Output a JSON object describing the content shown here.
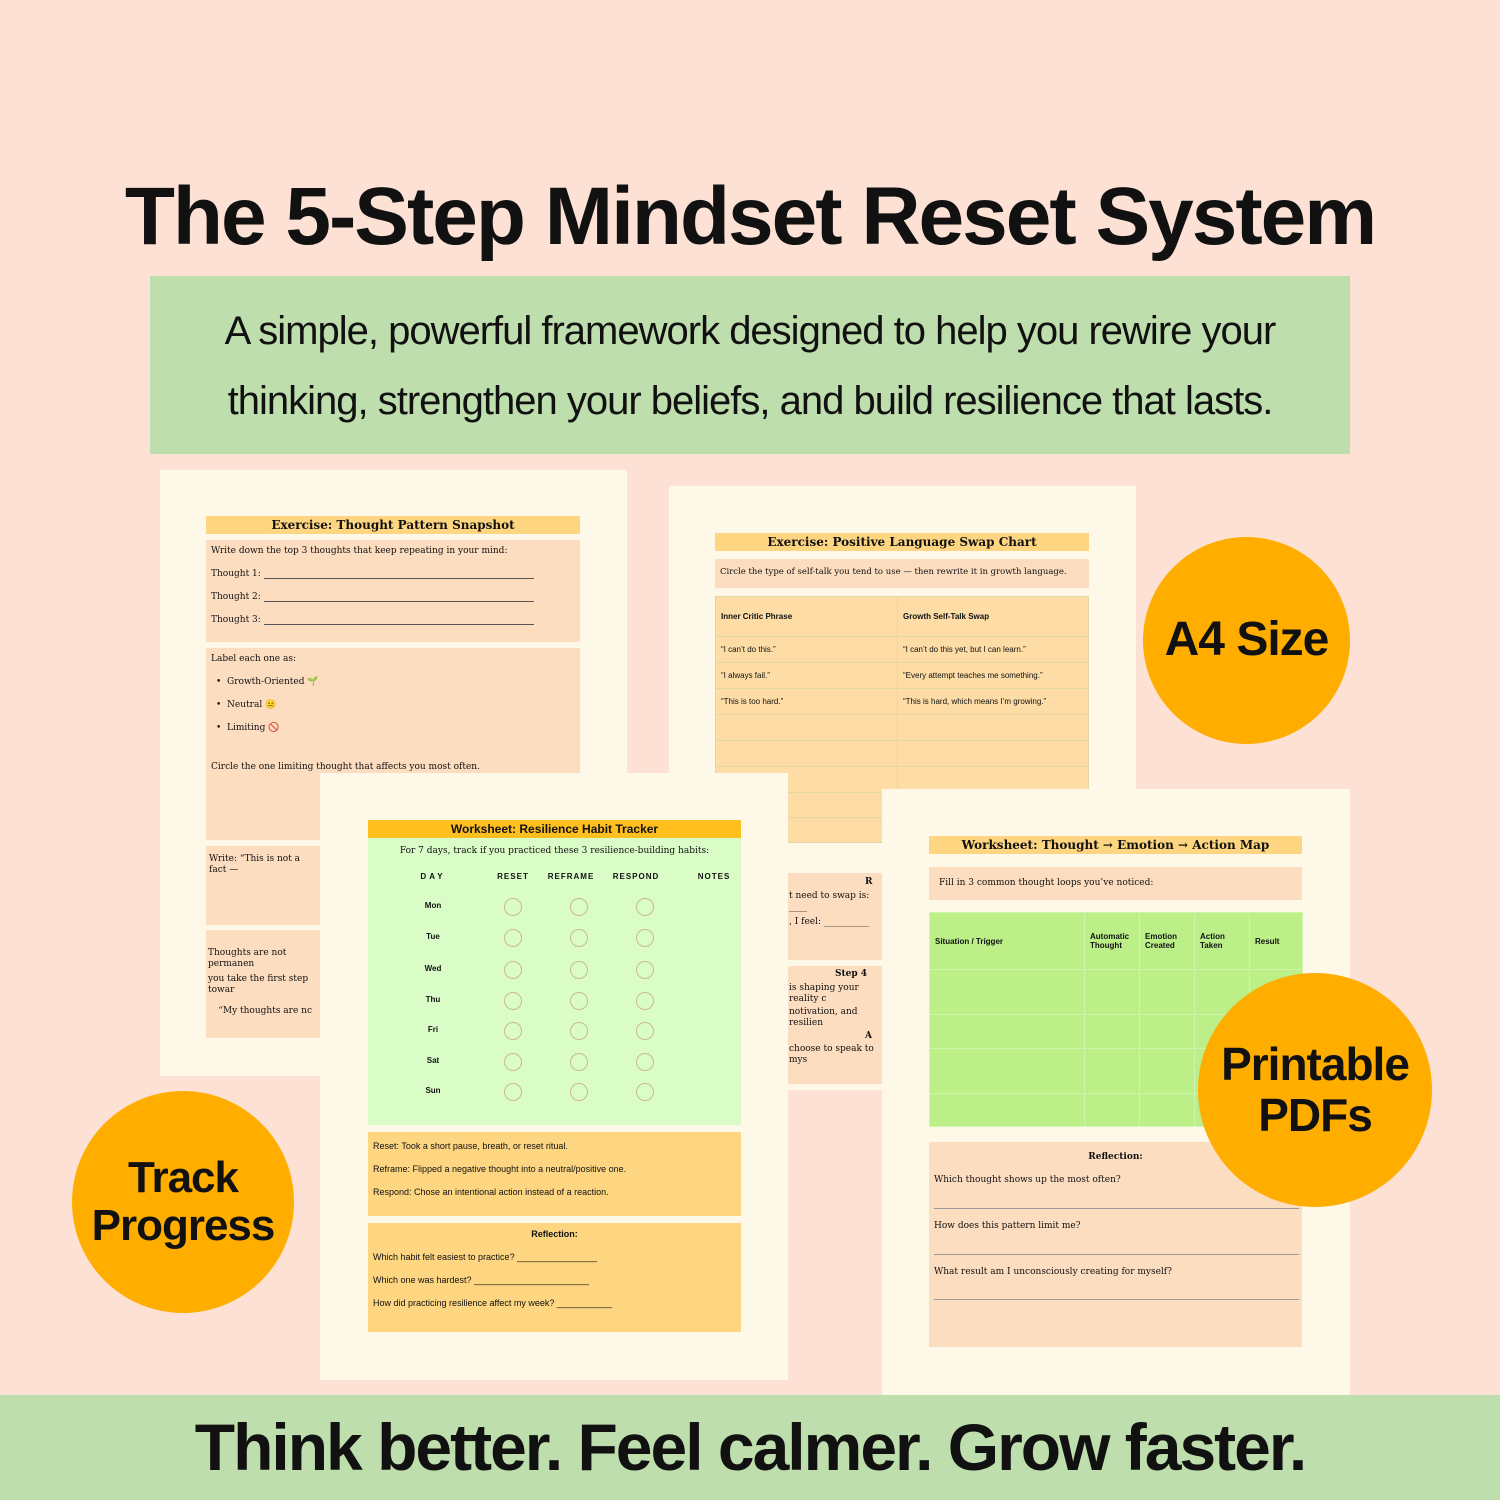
{
  "title": "The 5-Step Mindset Reset System",
  "subtitle_line1": "A simple, powerful framework designed to help you rewire your",
  "subtitle_line2": "thinking, strengthen your beliefs, and build resilience that lasts.",
  "footer": "Think better. Feel calmer. Grow faster.",
  "badges": {
    "a4": "A4 Size",
    "printable_1": "Printable",
    "printable_2": "PDFs",
    "track_1": "Track",
    "track_2": "Progress",
    "color": "#ffae00"
  },
  "sheet1": {
    "title": "Exercise: Thought Pattern Snapshot",
    "intro": "Write down the top 3 thoughts that keep repeating in your mind:",
    "thoughts": [
      "Thought 1:",
      "Thought 2:",
      "Thought 3:"
    ],
    "label_intro": "Label each one as:",
    "labels": [
      "Growth-Oriented 🌱",
      "Neutral 😐",
      "Limiting 🚫"
    ],
    "circle": "Circle the one limiting thought that affects you most often.",
    "write": "Write: “This is not a fact —",
    "perm1": "Thoughts are not permanen",
    "perm2": "you take the first step towar",
    "quote": "“My thoughts are nc"
  },
  "sheet2": {
    "title": "Exercise: Positive Language Swap Chart",
    "intro": "Circle the type of self-talk you tend to use — then rewrite it in growth language.",
    "headers": [
      "Inner Critic Phrase",
      "Growth Self-Talk Swap"
    ],
    "rows": [
      [
        "“I can’t do this.”",
        "“I can’t do this yet, but I can learn.”"
      ],
      [
        "“I always fail.”",
        "“Every attempt teaches me something.”"
      ],
      [
        "“This is too hard.”",
        "“This is hard, which means I’m growing.”"
      ]
    ],
    "frag_r": "R",
    "frag_swap": "t need to swap is: ____",
    "frag_feel": ", I feel: __________",
    "frag_step": "Step 4",
    "frag_shaping": "is shaping your reality c",
    "frag_motiv": "notivation, and resilien",
    "frag_a": "A",
    "frag_choose": "choose to speak to mys"
  },
  "sheet3": {
    "title": "Worksheet: Resilience Habit Tracker",
    "intro": "For 7 days, track if you practiced these 3 resilience-building habits:",
    "headers": [
      "DAY",
      "RESET",
      "REFRAME",
      "RESPOND",
      "NOTES"
    ],
    "days": [
      "Mon",
      "Tue",
      "Wed",
      "Thu",
      "Fri",
      "Sat",
      "Sun"
    ],
    "defs": [
      "Reset: Took a short pause, breath, or reset ritual.",
      "Reframe: Flipped a negative thought into a neutral/positive one.",
      "Respond: Chose an intentional action instead of a reaction."
    ],
    "reflection_title": "Reflection:",
    "reflection": [
      "Which habit felt easiest to practice? ________________",
      "Which one was hardest? _______________________",
      "How did practicing resilience affect my week? ___________"
    ]
  },
  "sheet4": {
    "title": "Worksheet: Thought → Emotion → Action Map",
    "intro": "Fill in 3 common thought loops you’ve noticed:",
    "headers": [
      "Situation / Trigger",
      "Automatic Thought",
      "Emotion Created",
      "Action Taken",
      "Result"
    ],
    "reflection_title": "Reflection:",
    "reflection": [
      "Which thought shows up the most often?",
      "How does this pattern limit me?",
      "What result am I unconsciously creating for myself?"
    ]
  }
}
